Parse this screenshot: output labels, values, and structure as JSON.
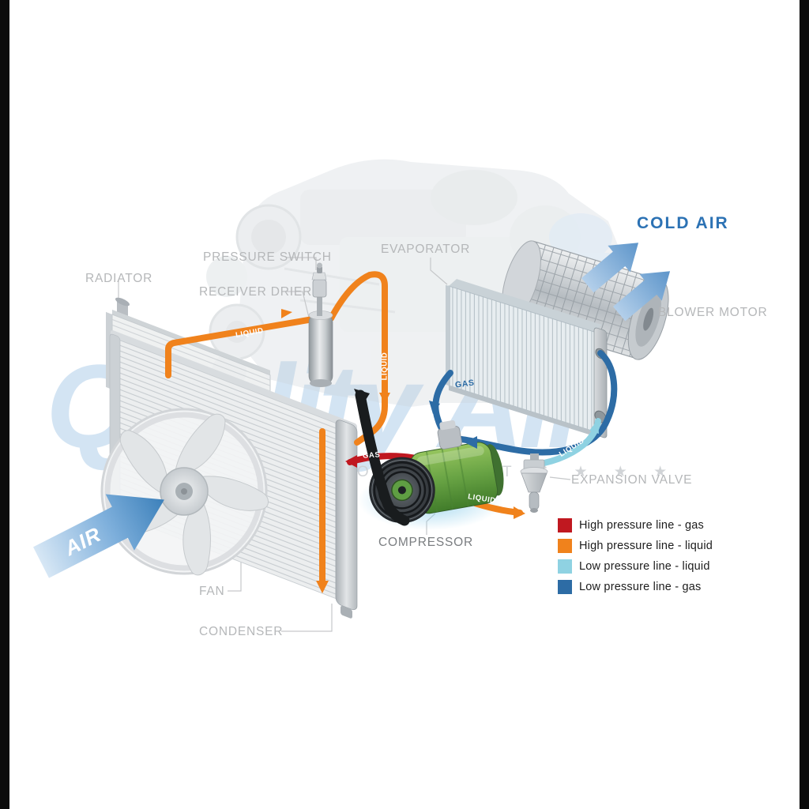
{
  "watermark": {
    "brand": "Quality Air",
    "stars_line": "★ ★ ★  A U T O  P A R T S  ★ ★ ★"
  },
  "component_labels": {
    "radiator": "RADIATOR",
    "pressure_switch": "PRESSURE SWITCH",
    "receiver_drier": "RECEIVER DRIER",
    "evaporator": "EVAPORATOR",
    "blower_motor": "BLOWER MOTOR",
    "expansion_valve": "EXPANSION VALVE",
    "compressor": "COMPRESSOR",
    "fan": "FAN",
    "condenser": "CONDENSER"
  },
  "flow_labels": {
    "cold_air": "COLD AIR",
    "air": "AIR",
    "liquid": "LIQUID",
    "gas": "GAS"
  },
  "legend": {
    "items": [
      {
        "label": "High pressure line - gas",
        "color": "#c01820"
      },
      {
        "label": "High pressure line - liquid",
        "color": "#f0821c"
      },
      {
        "label": "Low pressure line - liquid",
        "color": "#8fd2e2"
      },
      {
        "label": "Low pressure line -  gas",
        "color": "#2d6ca5"
      }
    ]
  },
  "colors": {
    "high_pressure_gas": "#c01820",
    "high_pressure_liquid": "#f0821c",
    "low_pressure_liquid": "#8fd2e2",
    "low_pressure_gas": "#2d6ca5",
    "cold_air_text": "#2c72b4",
    "label_gray": "#b5b7b9"
  }
}
